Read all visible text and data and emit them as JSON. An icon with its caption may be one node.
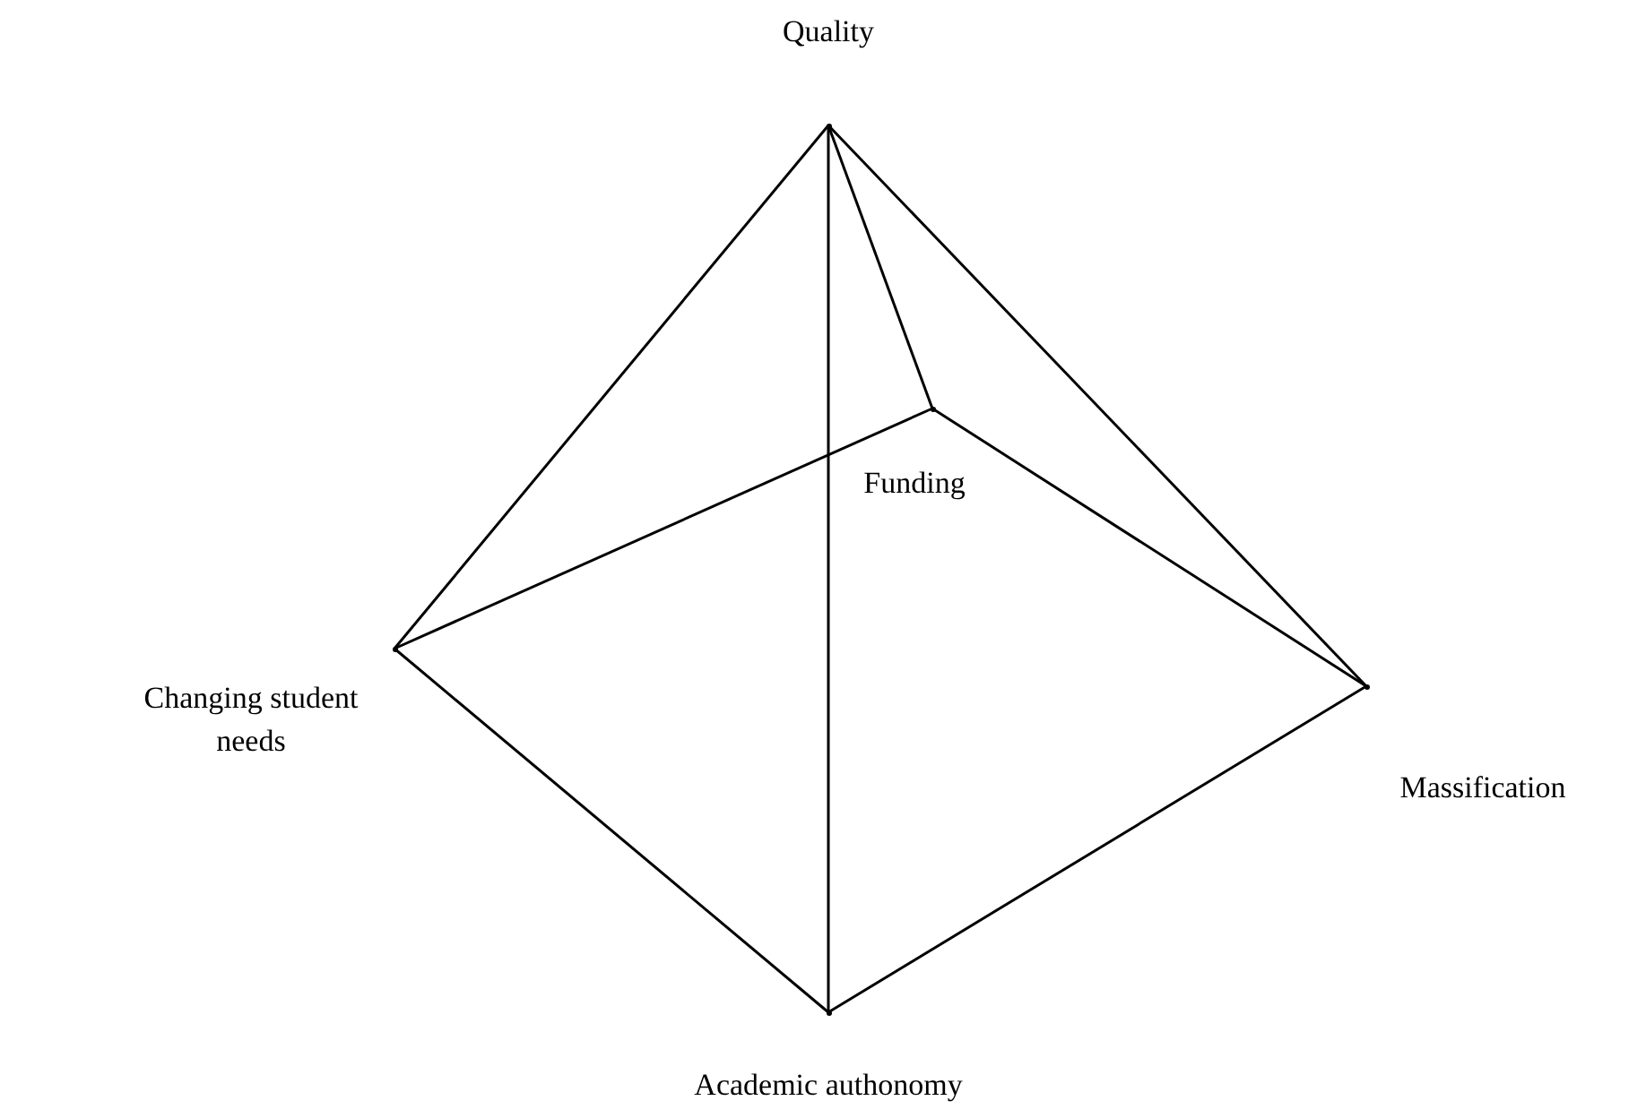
{
  "diagram": {
    "nodes": [
      {
        "text": [
          "Quality"
        ]
      },
      {
        "text": [
          "Funding"
        ]
      },
      {
        "text": [
          "Changing student needs"
        ]
      },
      {
        "text": [
          "Massification"
        ]
      },
      {
        "text": [
          "Academic authonomy"
        ]
      }
    ],
    "edges": [
      {
        "from": 0,
        "to": 2,
        "arrow": "none"
      },
      {
        "from": 0,
        "to": 4,
        "arrow": "none"
      },
      {
        "from": 0,
        "to": 1,
        "arrow": "none"
      },
      {
        "from": 0,
        "to": 3,
        "arrow": "none"
      },
      {
        "from": 2,
        "to": 1,
        "arrow": "none"
      },
      {
        "from": 1,
        "to": 3,
        "arrow": "none"
      },
      {
        "from": 2,
        "to": 4,
        "arrow": "none"
      },
      {
        "from": 4,
        "to": 3,
        "arrow": "none"
      }
    ]
  }
}
